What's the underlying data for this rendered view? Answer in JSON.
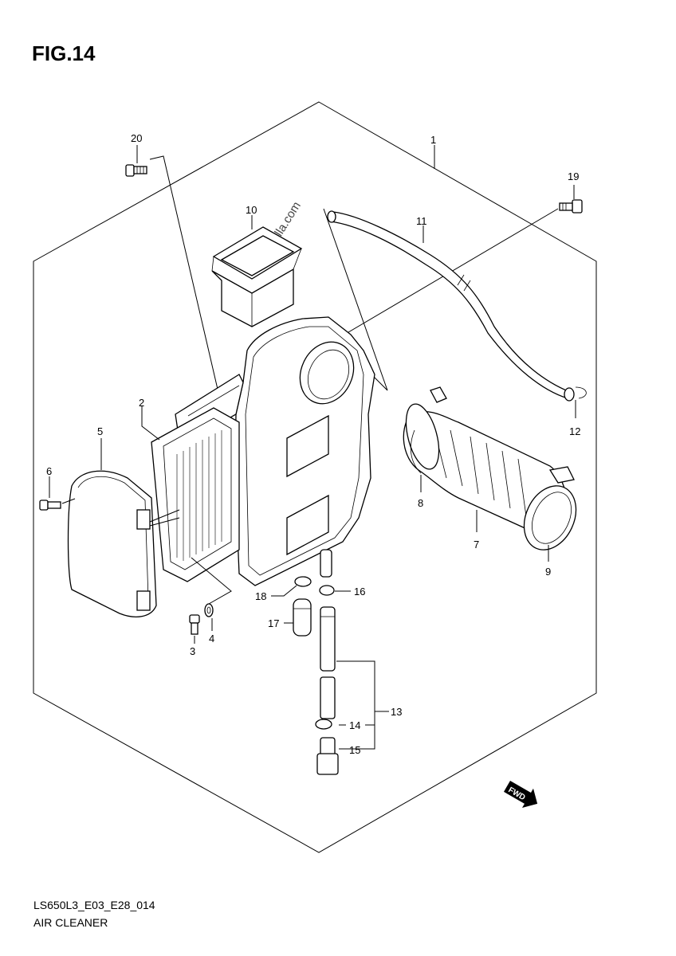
{
  "figure": {
    "title": "FIG.14",
    "code": "LS650L3_E03_E28_014",
    "name": "AIR CLEANER",
    "watermark": "Partzilla.com",
    "direction_badge": "FWD"
  },
  "callouts": [
    "1",
    "2",
    "3",
    "4",
    "5",
    "6",
    "7",
    "8",
    "9",
    "10",
    "11",
    "12",
    "13",
    "14",
    "15",
    "16",
    "17",
    "18",
    "19",
    "20"
  ]
}
